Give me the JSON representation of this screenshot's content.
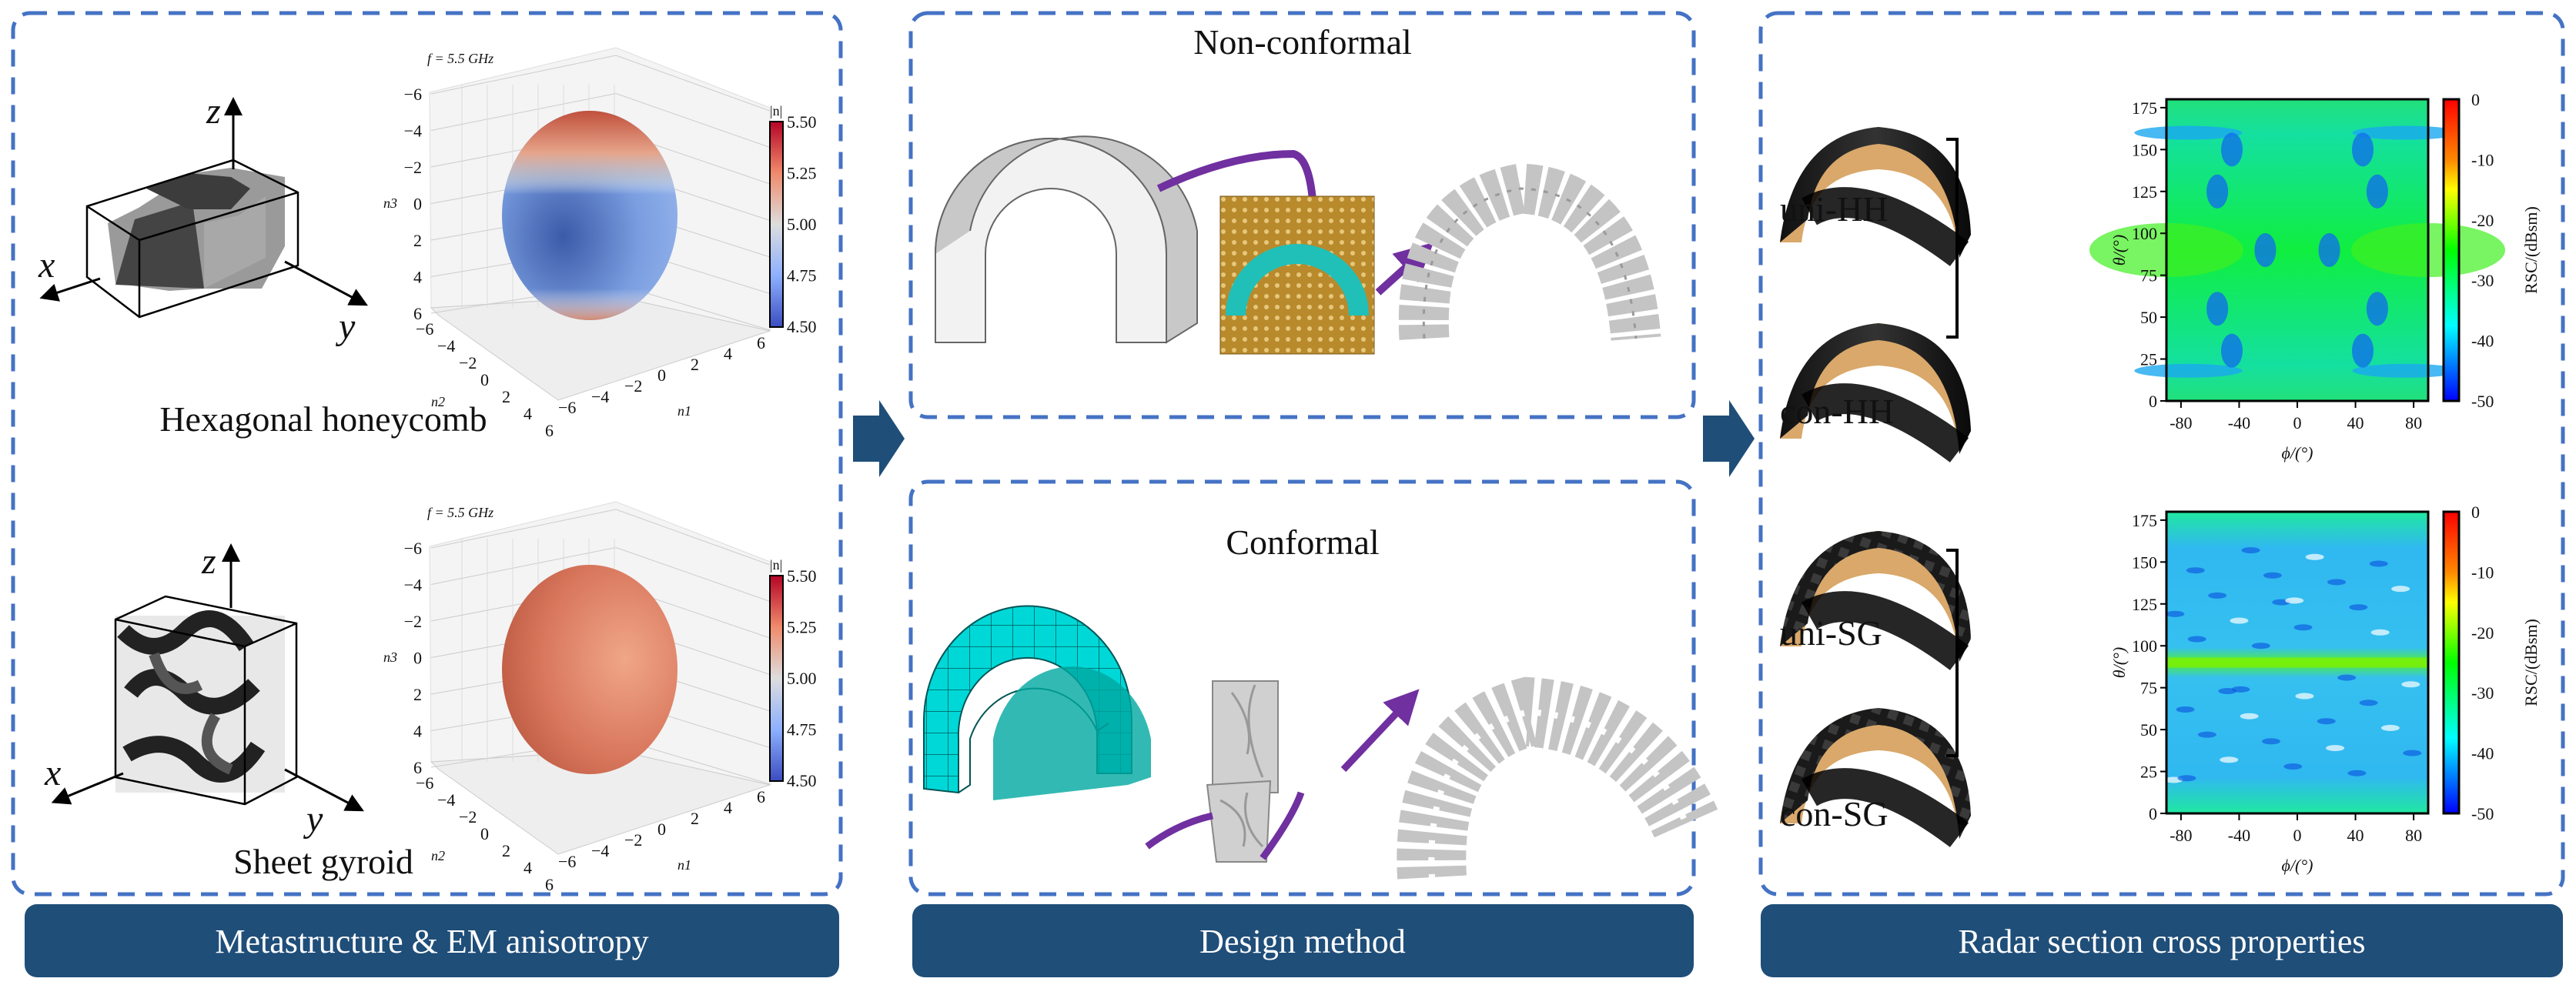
{
  "panels": {
    "left": {
      "label": "Metastructure & EM anisotropy",
      "hex_title": "Hexagonal honeycomb",
      "gyroid_title": "Sheet gyroid",
      "axis_x": "x",
      "axis_y": "y",
      "axis_z": "z"
    },
    "middle": {
      "label": "Design method",
      "top_title": "Non-conformal",
      "bottom_title": "Conformal"
    },
    "right": {
      "label": "Radar section cross properties",
      "samples": [
        "uni-HH",
        "con-HH",
        "uni-SG",
        "con-SG"
      ]
    }
  },
  "colors": {
    "bar": "#1f4e79",
    "dash": "#4472c4",
    "arrow": "#7030a0",
    "mesh": "#00e5e5"
  },
  "chart_data": [
    {
      "type": "surface3d",
      "name": "hex-index-sphere",
      "title": "f = 5.5 GHz",
      "xlabel": "n1",
      "ylabel": "n2",
      "zlabel": "n3",
      "z_ticks": [
        "−6",
        "−4",
        "−2",
        "0",
        "2",
        "4",
        "6"
      ],
      "y_ticks": [
        "−6",
        "−4",
        "−2",
        "0",
        "2",
        "4",
        "6"
      ],
      "x_ticks": [
        "−6",
        "−4",
        "−2",
        "0",
        "2",
        "4",
        "6"
      ],
      "colorbar_label": "|n|",
      "colorbar_ticks": [
        "5.50",
        "5.25",
        "5.00",
        "4.75",
        "4.50"
      ],
      "clim": [
        4.5,
        5.5
      ]
    },
    {
      "type": "surface3d",
      "name": "gyroid-index-sphere",
      "title": "f = 5.5 GHz",
      "xlabel": "n1",
      "ylabel": "n2",
      "zlabel": "n3",
      "z_ticks": [
        "−6",
        "−4",
        "−2",
        "0",
        "2",
        "4",
        "6"
      ],
      "y_ticks": [
        "−6",
        "−4",
        "−2",
        "0",
        "2",
        "4",
        "6"
      ],
      "x_ticks": [
        "−6",
        "−4",
        "−2",
        "0",
        "2",
        "4",
        "6"
      ],
      "colorbar_label": "|n|",
      "colorbar_ticks": [
        "5.50",
        "5.25",
        "5.00",
        "4.75",
        "4.50"
      ],
      "clim": [
        4.5,
        5.5
      ]
    },
    {
      "type": "heatmap",
      "name": "rcs-hh",
      "xlabel": "ϕ/(°)",
      "ylabel": "θ/(°)",
      "x_ticks": [
        -80,
        -40,
        0,
        40,
        80
      ],
      "y_ticks": [
        0,
        25,
        50,
        75,
        100,
        125,
        150,
        175
      ],
      "xlim": [
        -90,
        90
      ],
      "ylim": [
        0,
        180
      ],
      "colorbar_label": "RSC/(dBsm)",
      "colorbar_ticks": [
        0,
        -10,
        -20,
        -30,
        -40,
        -50
      ],
      "clim": [
        -50,
        0
      ]
    },
    {
      "type": "heatmap",
      "name": "rcs-sg",
      "xlabel": "ϕ/(°)",
      "ylabel": "θ/(°)",
      "x_ticks": [
        -80,
        -40,
        0,
        40,
        80
      ],
      "y_ticks": [
        0,
        25,
        50,
        75,
        100,
        125,
        150,
        175
      ],
      "xlim": [
        -90,
        90
      ],
      "ylim": [
        0,
        180
      ],
      "colorbar_label": "RSC/(dBsm)",
      "colorbar_ticks": [
        0,
        -10,
        -20,
        -30,
        -40,
        -50
      ],
      "clim": [
        -50,
        0
      ]
    }
  ]
}
